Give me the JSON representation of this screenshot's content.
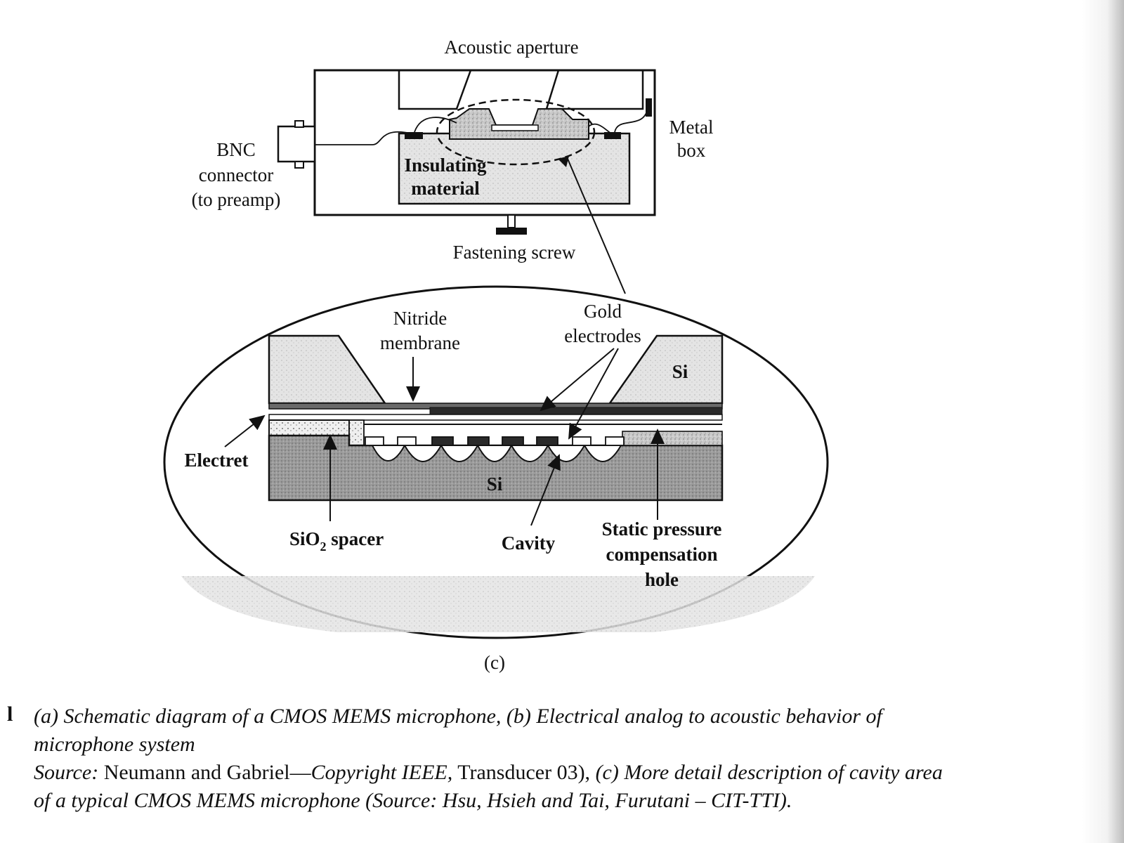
{
  "diagram": {
    "top": {
      "acoustic_aperture": "Acoustic aperture",
      "metal_box_1": "Metal",
      "metal_box_2": "box",
      "bnc_1": "BNC",
      "bnc_2": "connector",
      "bnc_3": "(to preamp)",
      "insulating_1": "Insulating",
      "insulating_2": "material",
      "fastening_screw": "Fastening screw"
    },
    "detail": {
      "nitride_1": "Nitride",
      "nitride_2": "membrane",
      "gold_1": "Gold",
      "gold_2": "electrodes",
      "si_top": "Si",
      "si_bottom": "Si",
      "electret": "Electret",
      "sio2_spacer_main": "SiO",
      "sio2_spacer_sub": "2",
      "sio2_spacer_rest": " spacer",
      "cavity": "Cavity",
      "static_1": "Static pressure",
      "static_2": "compensation",
      "static_3": "hole"
    },
    "panel_label": "(c)"
  },
  "caption": {
    "marker": "l",
    "line1_a": "(a) Schematic diagram of a CMOS MEMS microphone, (b) Electrical analog to acoustic behavior of",
    "line2": "microphone system",
    "source_label": "Source:",
    "source_authors": " Neumann and Gabriel—",
    "source_copyright": "Copyright IEEE,",
    "source_transducer": " Transducer 03),",
    "line3_c": " (c) More detail description of cavity area",
    "line4": "of a typical CMOS MEMS microphone (Source: Hsu, Hsieh and Tai, Furutani – CIT-TTI)."
  }
}
